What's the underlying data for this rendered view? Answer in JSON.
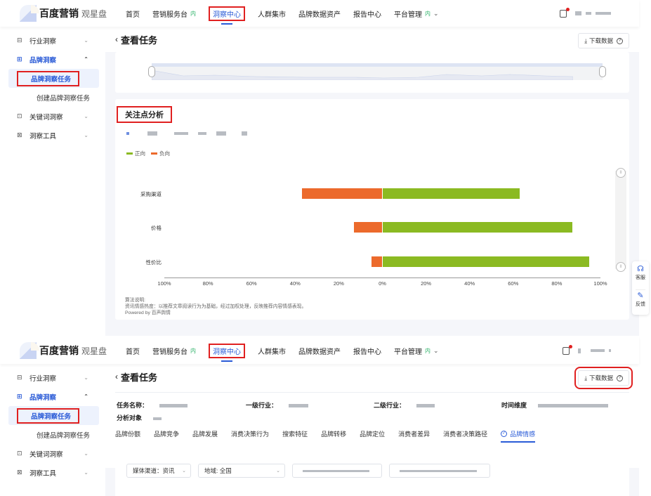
{
  "top_screen": {
    "nav": {
      "logo_text": "百度营销",
      "logo_sub": "观星盘",
      "items": [
        {
          "label": "首页"
        },
        {
          "label": "营销服务台",
          "badge": "内"
        },
        {
          "label": "洞察中心",
          "active": true
        },
        {
          "label": "人群集市"
        },
        {
          "label": "品牌数据资产"
        },
        {
          "label": "报告中心"
        },
        {
          "label": "平台管理",
          "badge": "内",
          "dropdown": true
        }
      ],
      "chevron_icon": "⌄"
    },
    "sidebar": {
      "items": [
        {
          "label": "行业洞察",
          "icon": "industry-icon",
          "glyph": "⊟",
          "chevron": "⌄"
        },
        {
          "label": "品牌洞察",
          "icon": "brand-icon",
          "glyph": "⊞",
          "chevron": "⌃",
          "open": true,
          "children": [
            {
              "label": "品牌洞察任务",
              "active": true
            },
            {
              "label": "创建品牌洞察任务"
            }
          ]
        },
        {
          "label": "关键词洞察",
          "icon": "keyword-icon",
          "glyph": "⊡",
          "chevron": "⌄"
        },
        {
          "label": "洞察工具",
          "icon": "tools-icon",
          "glyph": "⊠",
          "chevron": "⌄"
        }
      ]
    },
    "header": {
      "back_icon": "‹",
      "title": "查看任务",
      "download_label": "下载数据",
      "download_icon": "⤓",
      "help_icon": "?"
    },
    "focus_section": {
      "title": "关注点分析",
      "legend": [
        {
          "label": "正向",
          "color": "#8bba22"
        },
        {
          "label": "负向",
          "color": "#ec6a2c"
        }
      ],
      "notes_title": "算法说明:",
      "notes_body": "资讯情感热度：以推荐文章阅读行为为基础，经过加权处理，反映推荐内容情感表现。",
      "powered_by": "Powered by 百声舆情"
    },
    "float_buttons": [
      {
        "label": "客服",
        "icon": "headset-icon",
        "glyph": "☊"
      },
      {
        "label": "反馈",
        "icon": "pen-icon",
        "glyph": "✎"
      }
    ]
  },
  "bottom_screen": {
    "header": {
      "back_icon": "‹",
      "title": "查看任务",
      "download_label": "下载数据"
    },
    "info": {
      "task_name_label": "任务名称：",
      "industry1_label": "一级行业：",
      "industry2_label": "二级行业：",
      "time_label": "时间维度",
      "target_label": "分析对象"
    },
    "tabs": [
      {
        "label": "品牌份额"
      },
      {
        "label": "品牌竞争"
      },
      {
        "label": "品牌发展"
      },
      {
        "label": "消费决策行为"
      },
      {
        "label": "搜索特征"
      },
      {
        "label": "品牌转移"
      },
      {
        "label": "品牌定位"
      },
      {
        "label": "消费者差异"
      },
      {
        "label": "消费者决策路径"
      },
      {
        "label": "品牌情感",
        "active": true,
        "icon": "check-circle-icon",
        "glyph": "✓"
      }
    ],
    "filters": {
      "media_channel": "媒体渠道：资讯",
      "region": "地域: 全国"
    }
  },
  "chart_data": {
    "type": "bar",
    "orientation": "horizontal-diverging",
    "title": "关注点分析",
    "categories": [
      "采购渠道",
      "价格",
      "性价比"
    ],
    "series": [
      {
        "name": "正向",
        "color": "#8bba22",
        "values": [
          63,
          87,
          95
        ]
      },
      {
        "name": "负向",
        "color": "#ec6a2c",
        "values": [
          37,
          13,
          5
        ]
      }
    ],
    "xticks": [
      "100%",
      "80%",
      "60%",
      "40%",
      "20%",
      "0%",
      "20%",
      "40%",
      "60%",
      "80%",
      "100%"
    ],
    "xlim": [
      -100,
      100
    ],
    "xlabel": "",
    "ylabel": "",
    "legend_position": "top-left",
    "grid": false
  }
}
